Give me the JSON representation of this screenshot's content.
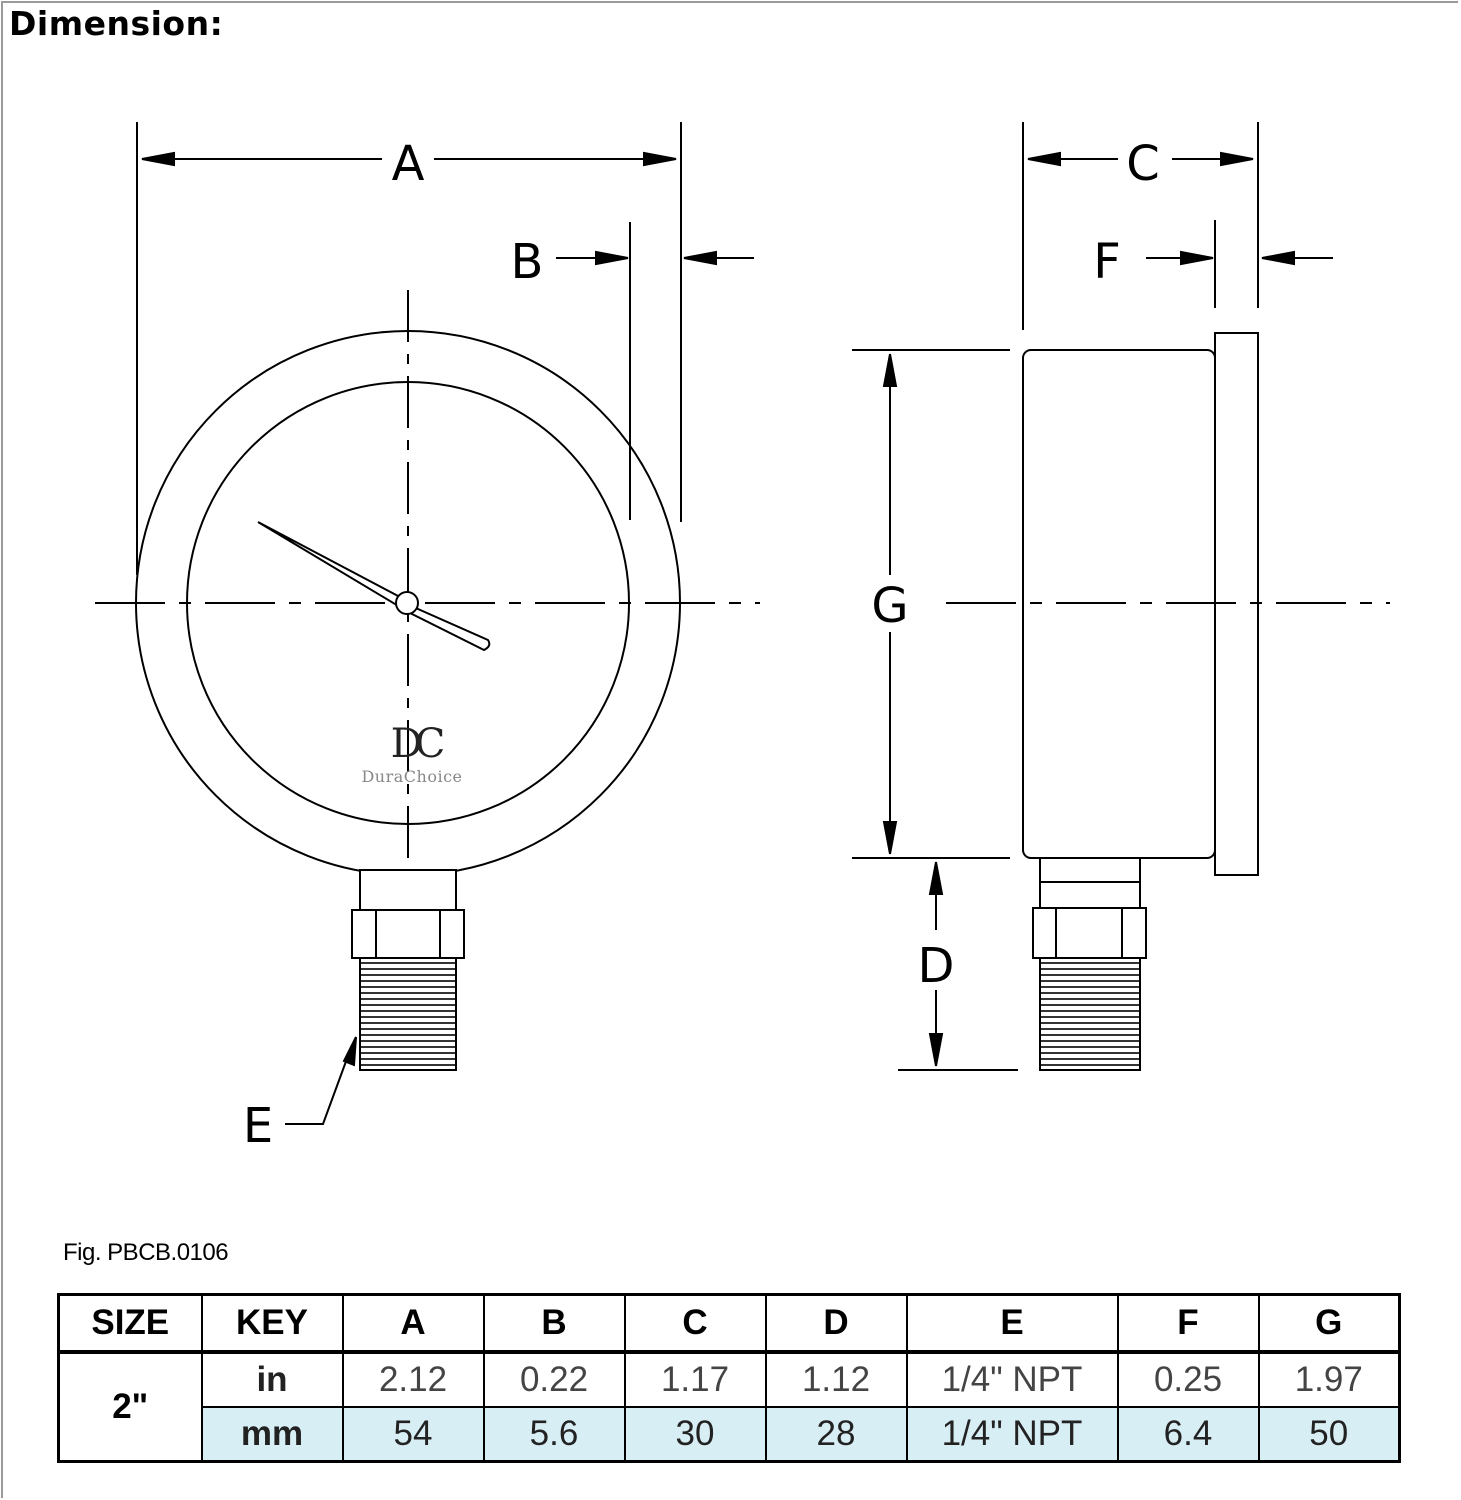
{
  "heading": "Dimension:",
  "diagram": {
    "labels": {
      "a": "A",
      "b": "B",
      "c": "C",
      "d": "D",
      "e": "E",
      "f": "F",
      "g": "G"
    },
    "logo_monogram": "DC",
    "logo_text": "DuraChoice"
  },
  "figure_caption": "Fig. PBCB.0106",
  "table": {
    "headers": [
      "SIZE",
      "KEY",
      "A",
      "B",
      "C",
      "D",
      "E",
      "F",
      "G"
    ],
    "size": "2\"",
    "in_row": {
      "key": "in",
      "values": [
        "2.12",
        "0.22",
        "1.17",
        "1.12",
        "1/4\" NPT",
        "0.25",
        "1.97"
      ]
    },
    "mm_row": {
      "key": "mm",
      "values": [
        "54",
        "5.6",
        "30",
        "28",
        "1/4\" NPT",
        "6.4",
        "50"
      ]
    },
    "mm_row_color": "#d8eef5"
  }
}
